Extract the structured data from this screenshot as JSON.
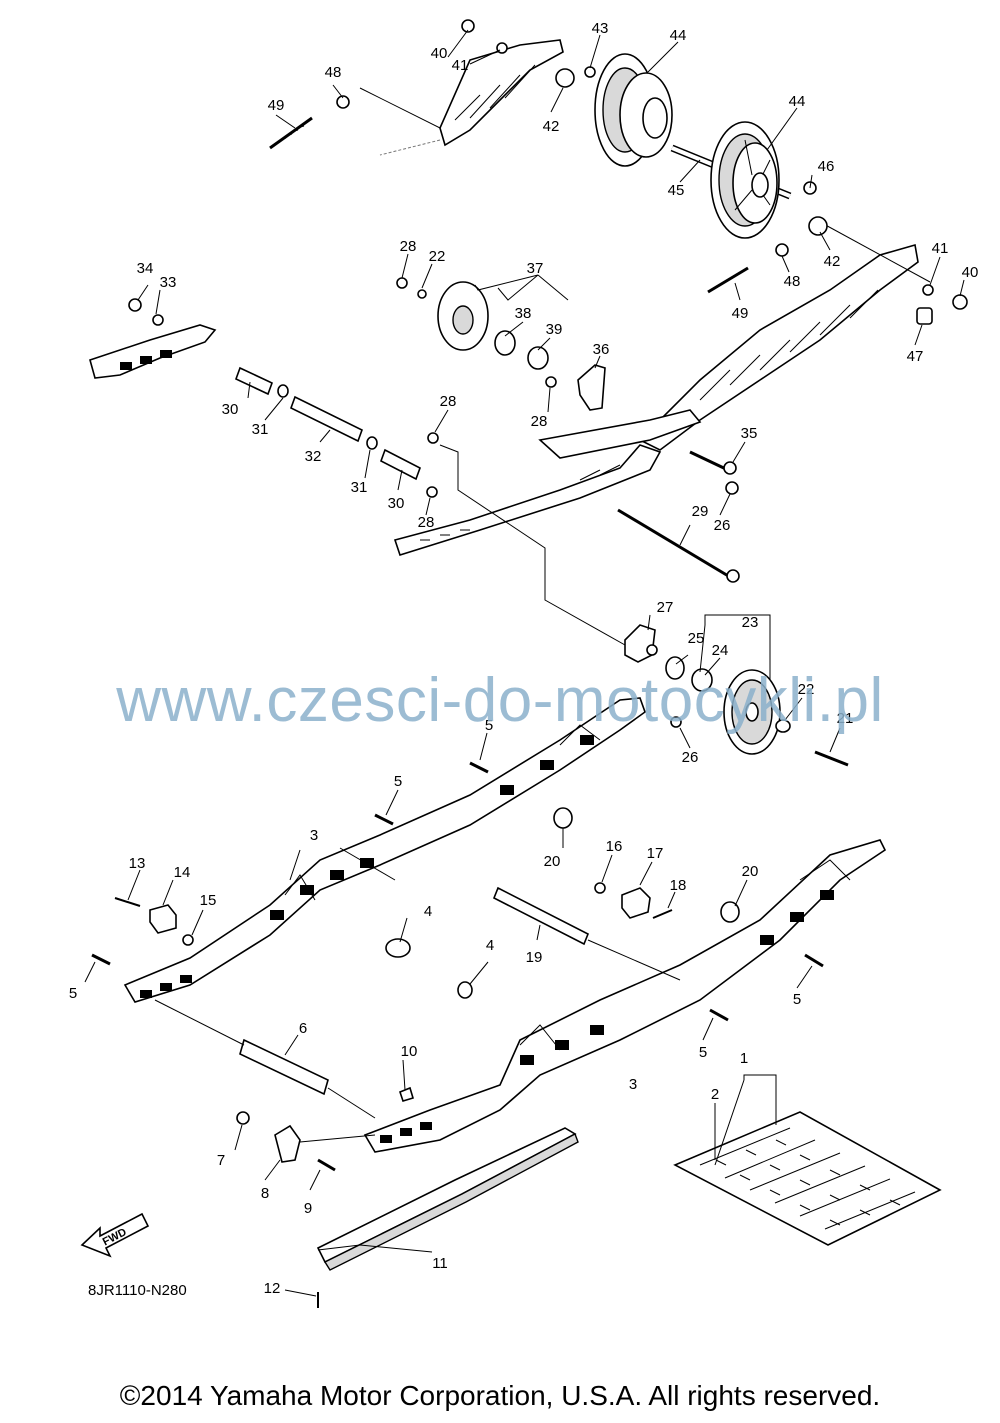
{
  "watermark": "www.czesci-do-motocykli.pl",
  "diagram_code": "8JR1110-N280",
  "copyright": "©2014 Yamaha Motor Corporation, U.S.A. All rights reserved.",
  "fwd_label": "FWD",
  "callouts": {
    "c1": "1",
    "c2": "2",
    "c3a": "3",
    "c3b": "3",
    "c4a": "4",
    "c4b": "4",
    "c5a": "5",
    "c5b": "5",
    "c5c": "5",
    "c5d": "5",
    "c5e": "5",
    "c6": "6",
    "c7": "7",
    "c8": "8",
    "c9": "9",
    "c10": "10",
    "c11": "11",
    "c12": "12",
    "c13": "13",
    "c14": "14",
    "c15": "15",
    "c16": "16",
    "c17": "17",
    "c18": "18",
    "c19": "19",
    "c20a": "20",
    "c20b": "20",
    "c21": "21",
    "c22a": "22",
    "c22b": "22",
    "c23": "23",
    "c24": "24",
    "c25": "25",
    "c26a": "26",
    "c26b": "26",
    "c27": "27",
    "c28a": "28",
    "c28b": "28",
    "c28c": "28",
    "c28d": "28",
    "c29": "29",
    "c30a": "30",
    "c30b": "30",
    "c31a": "31",
    "c31b": "31",
    "c32": "32",
    "c33": "33",
    "c34": "34",
    "c35": "35",
    "c36": "36",
    "c37": "37",
    "c38": "38",
    "c39": "39",
    "c40a": "40",
    "c40b": "40",
    "c41a": "41",
    "c41b": "41",
    "c42a": "42",
    "c42b": "42",
    "c43": "43",
    "c44a": "44",
    "c44b": "44",
    "c45": "45",
    "c46": "46",
    "c47": "47",
    "c48a": "48",
    "c48b": "48",
    "c49a": "49",
    "c49b": "49"
  }
}
